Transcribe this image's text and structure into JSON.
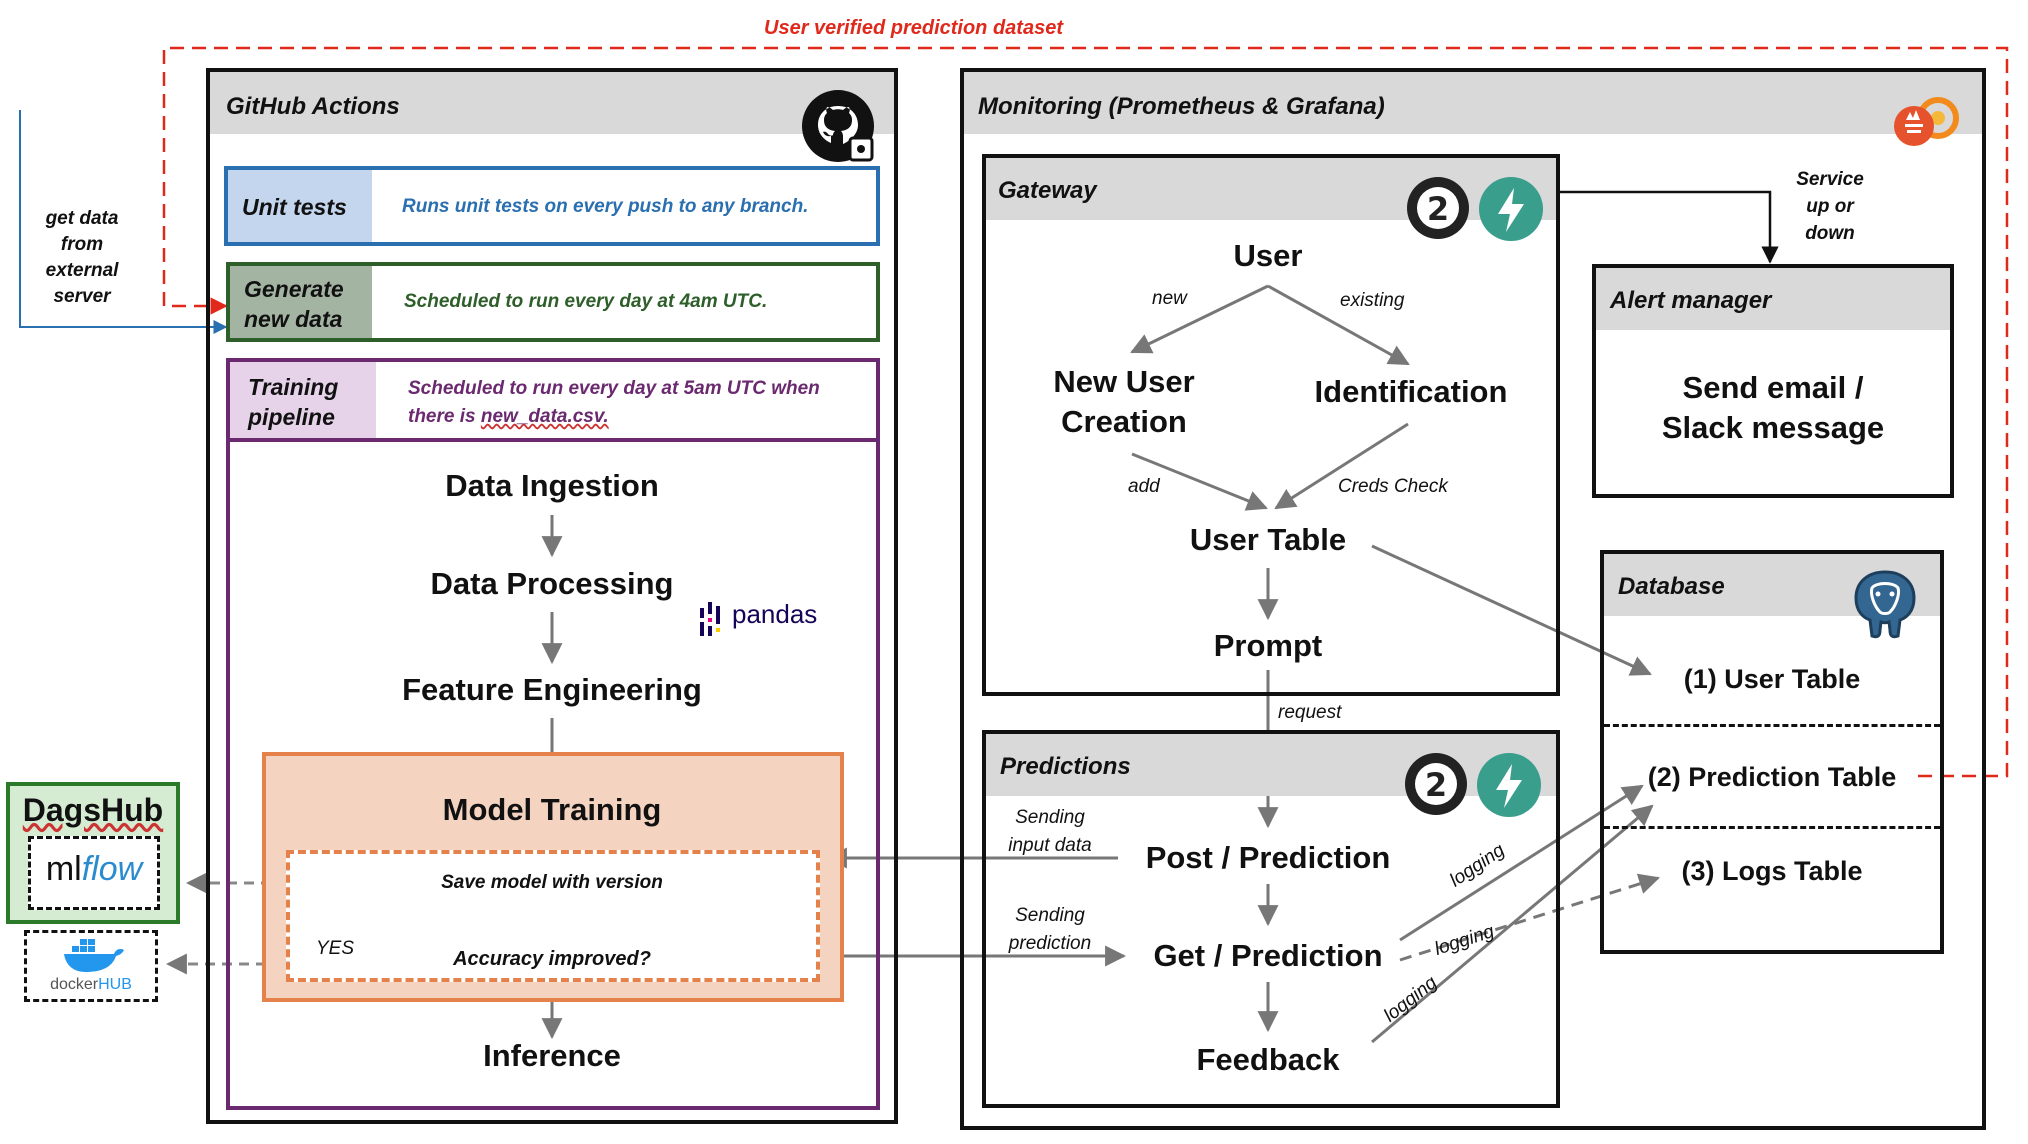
{
  "feedback_loop_label": "User verified prediction dataset",
  "external": {
    "label": "get data\nfrom\nexternal\nserver"
  },
  "github": {
    "title": "GitHub Actions",
    "unit_tests": {
      "label": "Unit tests",
      "desc": "Runs unit tests on every push to any branch."
    },
    "generate": {
      "label": "Generate\nnew data",
      "desc": "Scheduled to run every day at 4am UTC."
    },
    "training": {
      "label": "Training\npipeline",
      "desc_1": "Scheduled to run every day at 5am UTC when",
      "desc_2": "there is ",
      "desc_file": "new_data.csv."
    },
    "steps": [
      "Data Ingestion",
      "Data Processing",
      "Feature Engineering",
      "Model Training",
      "Inference"
    ],
    "pandas_logo": "pandas",
    "save_model": "Save model with version",
    "accuracy": "Accuracy improved?",
    "yes": "YES"
  },
  "dagshub": {
    "title": "DagsHub",
    "mlflow": "ml",
    "mlflow_flow": "flow"
  },
  "docker": {
    "label": "docker",
    "label_hub": "HUB"
  },
  "monitoring": {
    "title": "Monitoring (Prometheus & Grafana)",
    "gateway": {
      "title": "Gateway",
      "user": "User",
      "new": "new",
      "existing": "existing",
      "new_user": "New User\nCreation",
      "identification": "Identification",
      "add": "add",
      "creds": "Creds Check",
      "user_table": "User Table",
      "prompt": "Prompt"
    },
    "request": "request",
    "predictions": {
      "title": "Predictions",
      "sending_input": "Sending\ninput data",
      "sending_prediction": "Sending\nprediction",
      "post": "Post / Prediction",
      "get": "Get / Prediction",
      "feedback": "Feedback",
      "logging": "logging"
    },
    "service": "Service\nup or\ndown",
    "alert": {
      "title": "Alert manager",
      "body": "Send email /\nSlack message"
    },
    "database": {
      "title": "Database",
      "tables": [
        "(1) User Table",
        "(2) Prediction Table",
        "(3) Logs Table"
      ]
    }
  },
  "colors": {
    "red_dashed": "#e0281b",
    "blue": "#2a6fb0",
    "green": "#2e5e2a",
    "purple": "#6b2a6f",
    "orange": "#e5814a",
    "orange_fill": "#f5d3c1",
    "gray_arrow": "#777777",
    "dagshub_green": "#2a7a2a"
  }
}
